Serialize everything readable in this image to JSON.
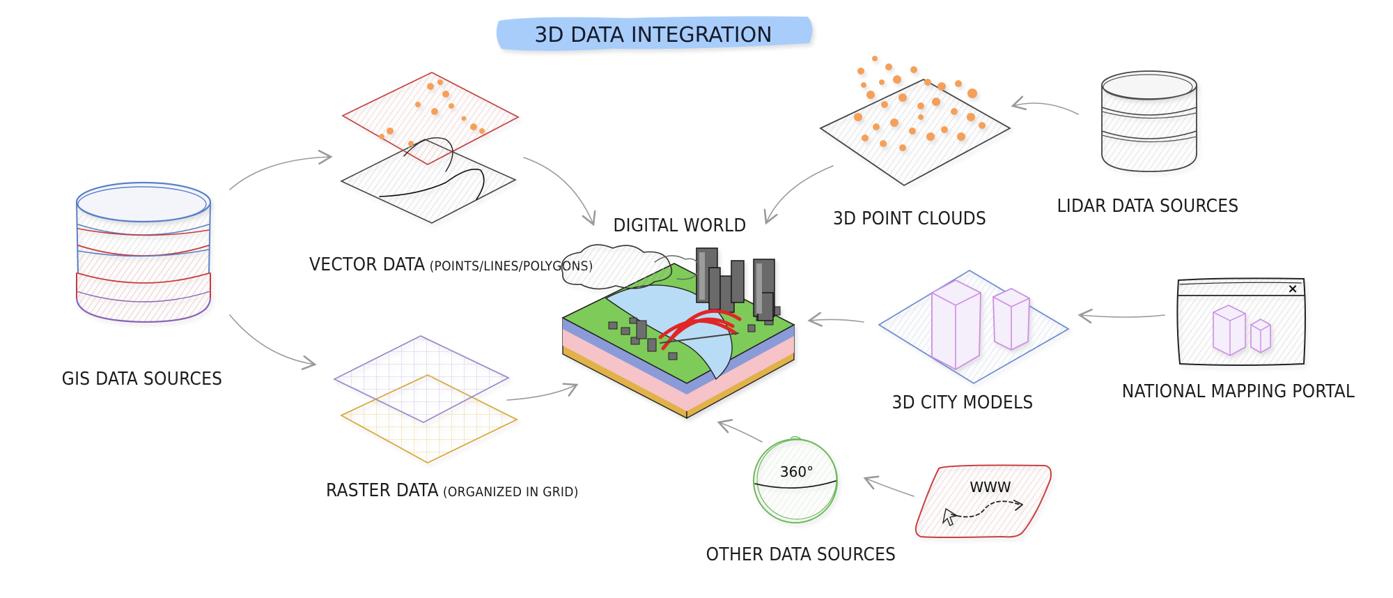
{
  "title": "3D DATA INTEGRATION",
  "nodes": {
    "gis": {
      "label": "GIS DATA SOURCES"
    },
    "vector": {
      "label_main": "VECTOR DATA",
      "label_sub": "(POINTS/LINES/POLYGONS)"
    },
    "raster": {
      "label_main": "RASTER DATA",
      "label_sub": "(ORGANIZED IN GRID)"
    },
    "digital_world": {
      "label": "DIGITAL WORLD"
    },
    "point_clouds": {
      "label": "3D POINT CLOUDS"
    },
    "lidar": {
      "label": "LIDAR DATA SOURCES"
    },
    "city_models": {
      "label": "3D CITY MODELS"
    },
    "mapping_portal": {
      "label": "NATIONAL MAPPING PORTAL",
      "close_glyph": "×"
    },
    "other": {
      "label": "OTHER DATA SOURCES",
      "globe_text": "360°"
    },
    "www": {
      "label": "WWW"
    }
  },
  "colors": {
    "title_bg": "#a8cdfb",
    "gis_blue": "#5a80c8",
    "gis_red": "#c63a3a",
    "gis_purple": "#8a63b8",
    "vector_red": "#c44848",
    "orange_points": "#f4a05a",
    "raster_purple": "#9a84c8",
    "raster_yellow": "#d8aa38",
    "city_blue": "#6e8ed0",
    "city_violet": "#cc8ee0",
    "globe_green": "#6cb85a",
    "www_red": "#c84040",
    "grass": "#7ecb5a",
    "water": "#b9dcf6",
    "bridge_red": "#e02626",
    "arrow_gray": "#9a9a9a"
  }
}
